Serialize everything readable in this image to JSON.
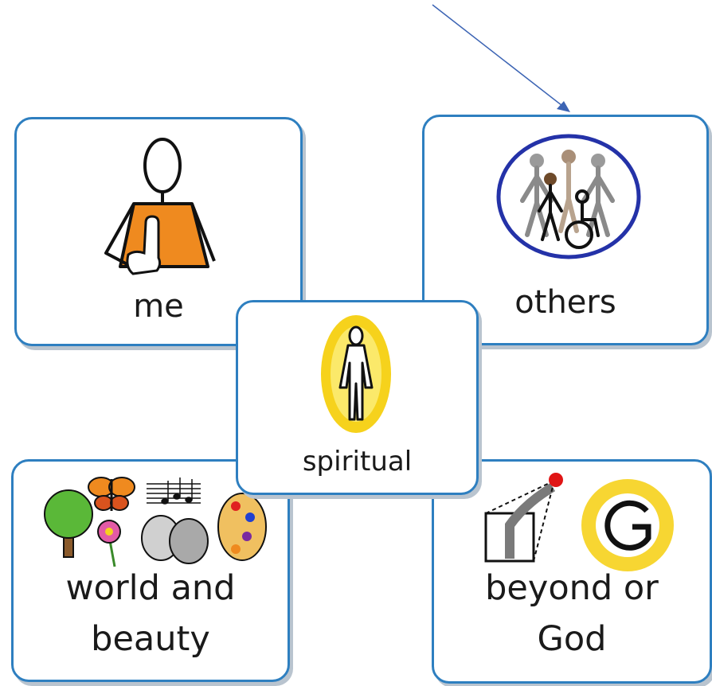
{
  "cards": {
    "me": {
      "label": "me"
    },
    "others": {
      "label": "others"
    },
    "spiritual": {
      "label": "spiritual"
    },
    "world": {
      "line1": "world and",
      "line2": "beauty"
    },
    "beyond": {
      "line1": "beyond or",
      "line2": "God"
    }
  },
  "colors": {
    "border": "#2e7fc0",
    "shadow": "#b9c4cf",
    "arrow": "#3c64b4",
    "orange": "#ef8a1f",
    "halo": "#f6d21c"
  },
  "icons": {
    "me": "person-pointing-self-icon",
    "others": "group-of-people-icon",
    "spiritual": "glowing-figure-icon",
    "world": "nature-music-art-icons",
    "beyond": "beyond-and-god-icons"
  }
}
